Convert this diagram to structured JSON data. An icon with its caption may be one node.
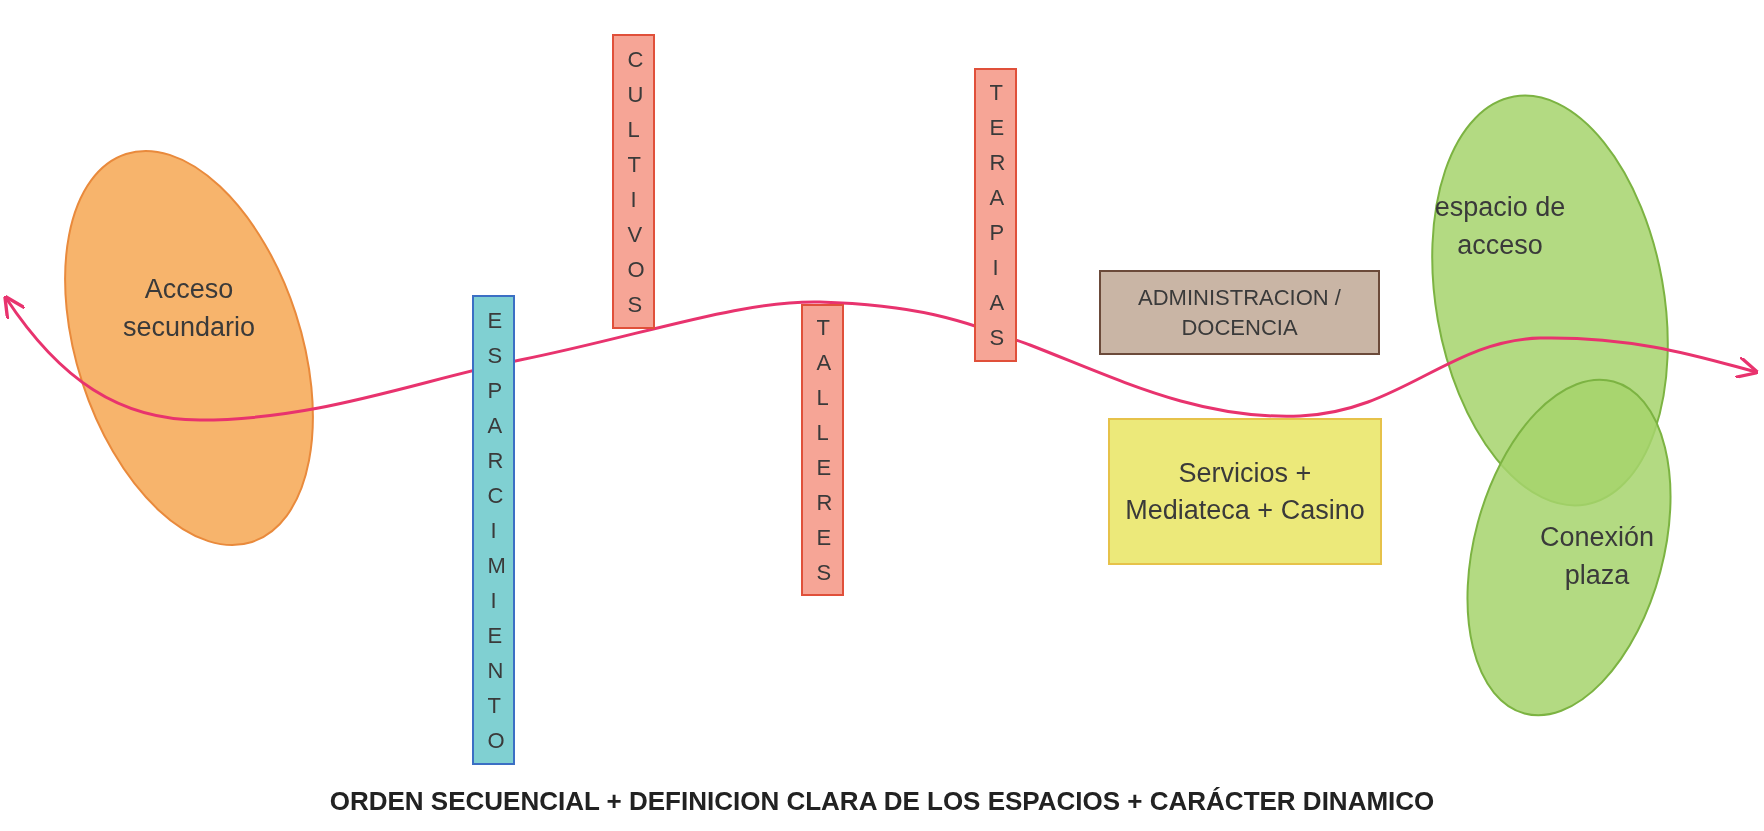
{
  "diagram": {
    "caption": "ORDEN SECUENCIAL + DEFINICION CLARA DE LOS ESPACIOS + CARÁCTER DINAMICO",
    "nodes": [
      {
        "text": [
          "Acceso secundario"
        ]
      },
      {
        "text": [
          "CULTIVOS"
        ]
      },
      {
        "text": [
          "ESPARCIMIENTO"
        ]
      },
      {
        "text": [
          "TALLERES"
        ]
      },
      {
        "text": [
          "TERAPIAS"
        ]
      },
      {
        "text": [
          "ADMINISTRACION / DOCENCIA"
        ]
      },
      {
        "text": [
          "espacio de acceso"
        ]
      },
      {
        "text": [
          "Servicios + Mediateca + Casino"
        ]
      },
      {
        "text": [
          "Conexión plaza"
        ]
      }
    ]
  }
}
